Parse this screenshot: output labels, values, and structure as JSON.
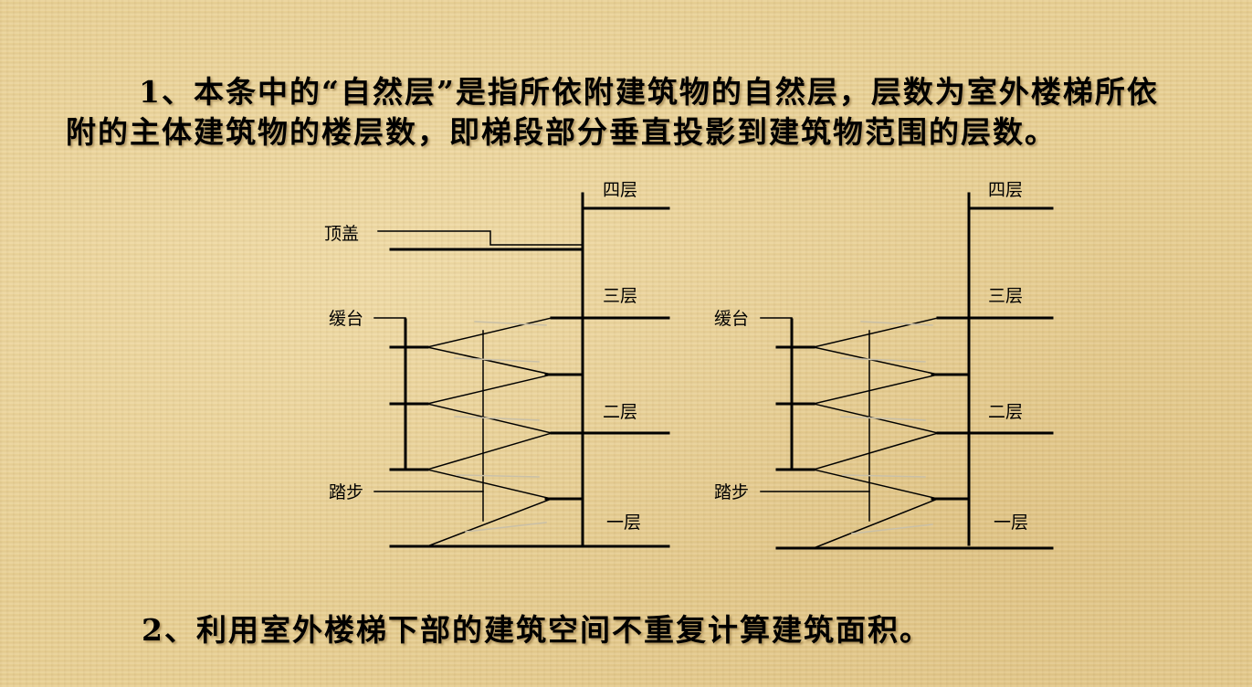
{
  "paragraph1": "1、本条中的“自然层”是指所依附建筑物的自然层，层数为室外楼梯所依附的主体建筑物的楼层数，即梯段部分垂直投影到建筑物范围的层数。",
  "paragraph2": "2、利用室外楼梯下部的建筑空间不重复计算建筑面积。",
  "left_diagram": {
    "labels": {
      "floor4": "四层",
      "floor3": "三层",
      "floor2": "二层",
      "floor1": "一层",
      "roof": "顶盖",
      "landing": "缓台",
      "step": "踏步"
    }
  },
  "right_diagram": {
    "labels": {
      "floor4": "四层",
      "floor3": "三层",
      "floor2": "二层",
      "floor1": "一层",
      "landing": "缓台",
      "step": "踏步"
    }
  },
  "colors": {
    "background": "#e8cf92",
    "text": "#000000",
    "line": "#000000"
  }
}
